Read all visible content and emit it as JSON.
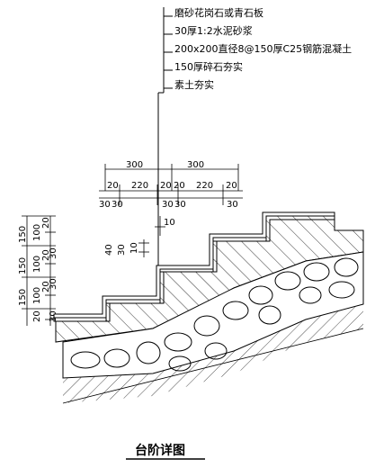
{
  "title": "台阶详图",
  "layers": [
    "磨砂花岗石或青石板",
    "30厚1:2水泥砂浆",
    "200x200直径8@150厚C25钢筋混凝土",
    "150厚碎石夯实",
    "素土夯实"
  ],
  "dims": {
    "tread_total": "300",
    "tread_inner": "220",
    "edge_20": "20",
    "edge_30": "30",
    "riser_150": "150",
    "riser_100": "100",
    "nosing_40": "40",
    "nosing_10": "10"
  }
}
